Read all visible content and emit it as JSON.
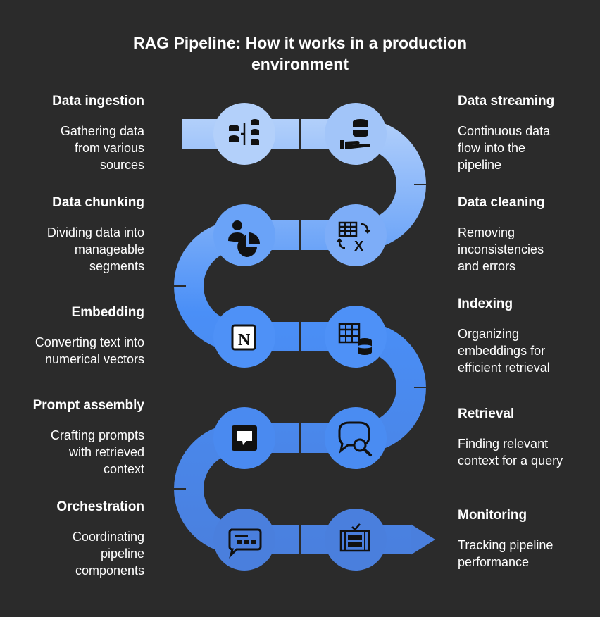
{
  "title_lines": [
    "RAG Pipeline: How it works in a production",
    "environment"
  ],
  "steps": [
    {
      "title": "Data ingestion",
      "desc": [
        "Gathering data",
        "from various",
        "sources"
      ],
      "icon": "database-split-icon"
    },
    {
      "title": "Data streaming",
      "desc": [
        "Continuous data",
        "flow into the",
        "pipeline"
      ],
      "icon": "database-hand-icon"
    },
    {
      "title": "Data cleaning",
      "desc": [
        "Removing",
        "inconsistencies",
        "and errors"
      ],
      "icon": "table-clean-icon"
    },
    {
      "title": "Data chunking",
      "desc": [
        "Dividing data into",
        "manageable",
        "segments"
      ],
      "icon": "user-pie-chart-icon"
    },
    {
      "title": "Embedding",
      "desc": [
        "Converting text into",
        "numerical vectors"
      ],
      "icon": "notion-n-icon"
    },
    {
      "title": "Indexing",
      "desc": [
        "Organizing",
        "embeddings for",
        "efficient retrieval"
      ],
      "icon": "table-database-icon"
    },
    {
      "title": "Retrieval",
      "desc": [
        "Finding relevant",
        "context for a query"
      ],
      "icon": "chat-search-icon"
    },
    {
      "title": "Prompt assembly",
      "desc": [
        "Crafting prompts",
        "with retrieved",
        "context"
      ],
      "icon": "chat-bubble-icon"
    },
    {
      "title": "Orchestration",
      "desc": [
        "Coordinating",
        "pipeline",
        "components"
      ],
      "icon": "robot-chat-icon"
    },
    {
      "title": "Monitoring",
      "desc": [
        "Tracking pipeline",
        "performance"
      ],
      "icon": "film-checklist-icon"
    }
  ],
  "colors": {
    "background": "#2b2b2b",
    "path_start": "#b9d4fb",
    "path_mid": "#4a8ff7",
    "path_end": "#4a7fdd",
    "text": "#ffffff",
    "icon": "#111111"
  }
}
